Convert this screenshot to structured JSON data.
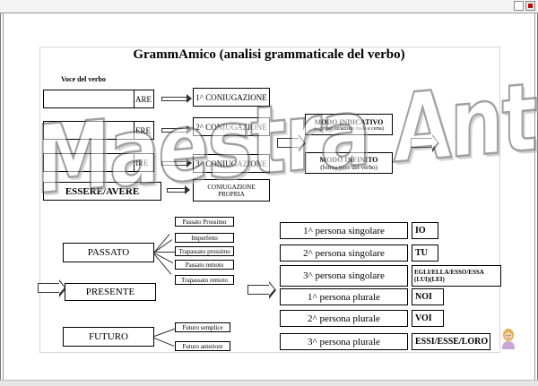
{
  "title": "GrammAmico (analisi grammaticale del verbo)",
  "voce_label": "Voce del verbo",
  "verbi": [
    {
      "ending": "ARE",
      "coniugazione": "1^ CONIUGAZIONE"
    },
    {
      "ending": "ERE",
      "coniugazione": "2^ CONIUGAZIONE"
    },
    {
      "ending": "IRE",
      "coniugazione": "3^ CONIUGAZIONE"
    }
  ],
  "essere_avere": "ESSERE/AVERE",
  "coniugazione_propria": "CONIUGAZIONE PROPRIA",
  "modo_indicativo": {
    "title": "MODO INDICATIVO",
    "subtitle": "(esprime un'azione reale e certa)"
  },
  "modo_infinito": {
    "title": "MODO INFINITO",
    "subtitle": "(forma base del verbo)"
  },
  "tempi": {
    "passato": "PASSATO",
    "presente": "PRESENTE",
    "futuro": "FUTURO",
    "passato_sub": [
      "Passato Prossimo",
      "Imperfetto",
      "Trapassato prossimo",
      "Passato remoto",
      "Trapassato remoto"
    ],
    "futuro_sub": [
      "Futuro semplice",
      "Futuro anteriore"
    ]
  },
  "persone": [
    {
      "persona": "1^ persona singolare",
      "pronome": "IO"
    },
    {
      "persona": "2^ persona singolare",
      "pronome": "TU"
    },
    {
      "persona": "3^ persona singolare",
      "pronome": "EGLI/ELLA/ESSO/ESSA (LUI)(LEI)"
    },
    {
      "persona": "1^ persona plurale",
      "pronome": "NOI"
    },
    {
      "persona": "2^ persona plurale",
      "pronome": "VOI"
    },
    {
      "persona": "3^ persona plurale",
      "pronome": "ESSI/ESSE/LORO"
    }
  ],
  "watermark": "Maestra Antonietta",
  "colors": {
    "watermark_stroke": "#555555",
    "border": "#000000"
  }
}
